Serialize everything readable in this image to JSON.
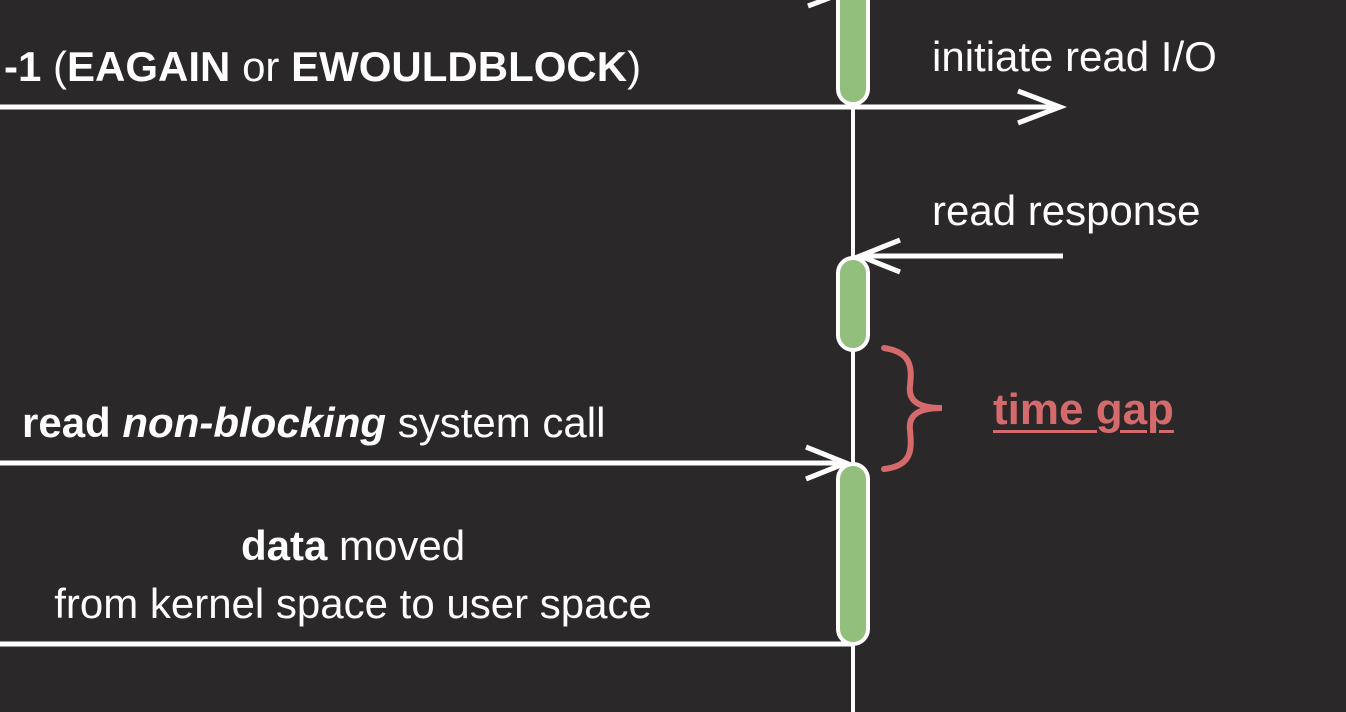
{
  "diagram": {
    "return_line": {
      "value": "-1",
      "open": "(",
      "eagain": "EAGAIN",
      "or": "or",
      "ewouldblock": "EWOULDBLOCK",
      "close": ")"
    },
    "initiate_label": "initiate read I/O",
    "response_label": "read response",
    "read_call": {
      "read": "read",
      "mode": "non-blocking",
      "rest": "system call"
    },
    "data_moved": {
      "data": "data",
      "moved": "moved",
      "line2": "from kernel space to user space"
    },
    "time_gap_label": "time gap",
    "colors": {
      "background": "#2a2828",
      "arrow": "#ffffff",
      "activation_fill": "#92c07c",
      "time_gap": "#d56a6c"
    }
  }
}
